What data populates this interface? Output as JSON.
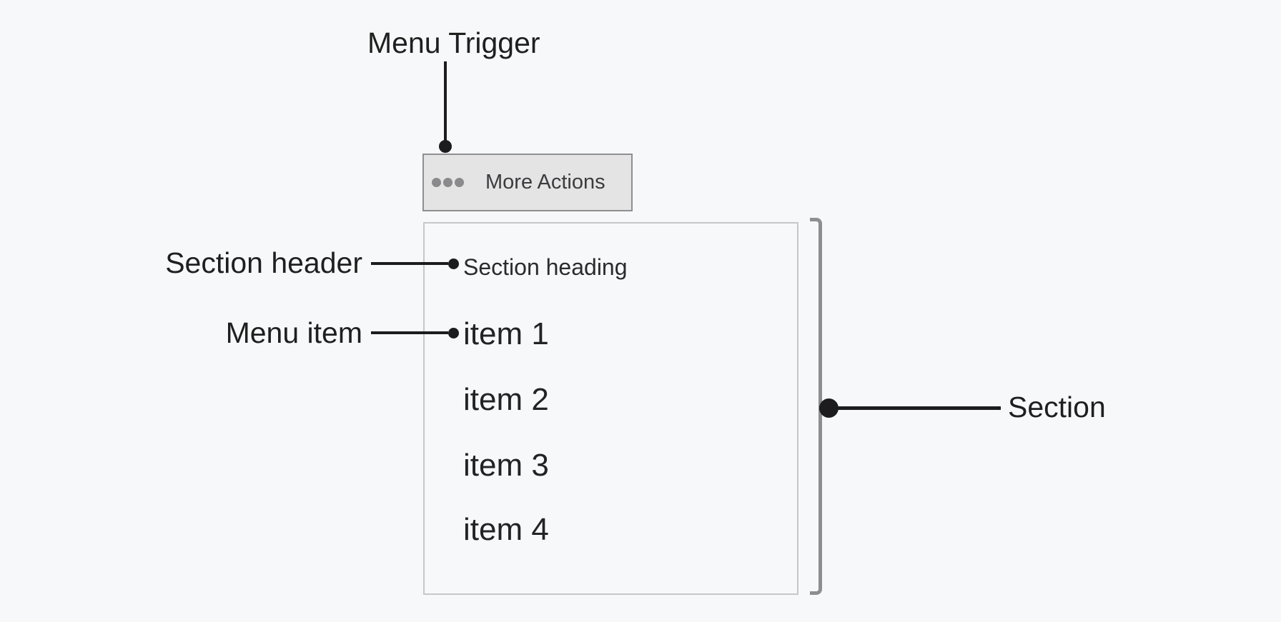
{
  "diagram": {
    "background": "#f7f8f9",
    "ink_color": "#1c1c1e",
    "bracket_color": "#8d8e91"
  },
  "callouts": {
    "menu_trigger": "Menu Trigger",
    "section_header": "Section header",
    "menu_item": "Menu item",
    "section": "Section"
  },
  "trigger_button": {
    "label": "More Actions",
    "icon": "ellipsis-icon",
    "background": "#e4e4e5",
    "border_color": "#8f8f92"
  },
  "menu": {
    "section_heading": "Section heading",
    "items": [
      "item 1",
      "item 2",
      "item 3",
      "item 4"
    ],
    "border_color": "#c6c7ca"
  }
}
